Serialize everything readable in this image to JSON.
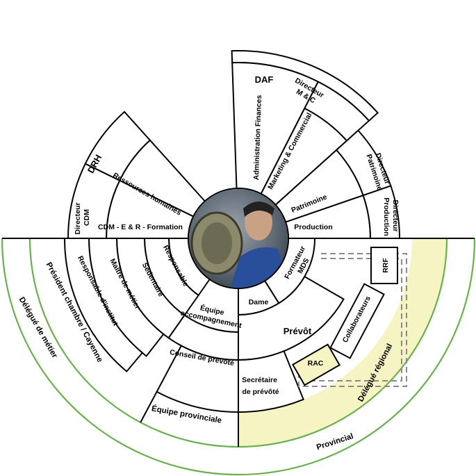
{
  "colors": {
    "green": "#b8d9a6",
    "green_line": "#6ab04c",
    "yellow": "#f7f4c4",
    "dash": "#8a8a8a",
    "photo_bg": "#4b5866",
    "photo_shirt": "#2a4f9a"
  },
  "top": {
    "daf": "DAF",
    "directeur_mc": [
      "Directeur",
      "M & C"
    ],
    "admin_finances": "Administration Finances",
    "marketing": "Marketing & Commercial"
  },
  "right_top": {
    "directeur_patrimoine": [
      "Directeur",
      "Patrimoine"
    ],
    "directeur_production": [
      "Directeur",
      "Production"
    ],
    "patrimoine": "Patrimoine",
    "production": "Production"
  },
  "left_top": {
    "drh": "DRH",
    "ressources_humaines": "Ressources humaines",
    "directeur_cdm": [
      "Directeur",
      "CDM"
    ],
    "cdm_formation": "CDM - E & R - Formation"
  },
  "left_bottom": {
    "delegue_metier": "Délégué de métier",
    "president_chambre": "Président chambre / Cayenne",
    "responsable_institut": "Responsable d'institut",
    "maitre_metier": "Maître de métier",
    "sedentaire": "Sédentaire",
    "responsable": "Responsable"
  },
  "bottom": {
    "equipe_accompagnement": [
      "Équipe",
      "accompagnement"
    ],
    "conseil_prevote": "Conseil de prévôté",
    "equipe_provinciale": "Équipe provinciale",
    "provincial": "Provincial",
    "dame": "Dame",
    "prevot": "Prévôt",
    "secretaire_prevote": [
      "Secrétaire",
      "de prévôté"
    ]
  },
  "right_bottom": {
    "formateur_mds": [
      "Formateur",
      "MDS"
    ],
    "rrf": "RRF",
    "collaborateurs": "Collaborateurs",
    "rac": "RAC",
    "delegue_regional": "Délégué régional"
  }
}
